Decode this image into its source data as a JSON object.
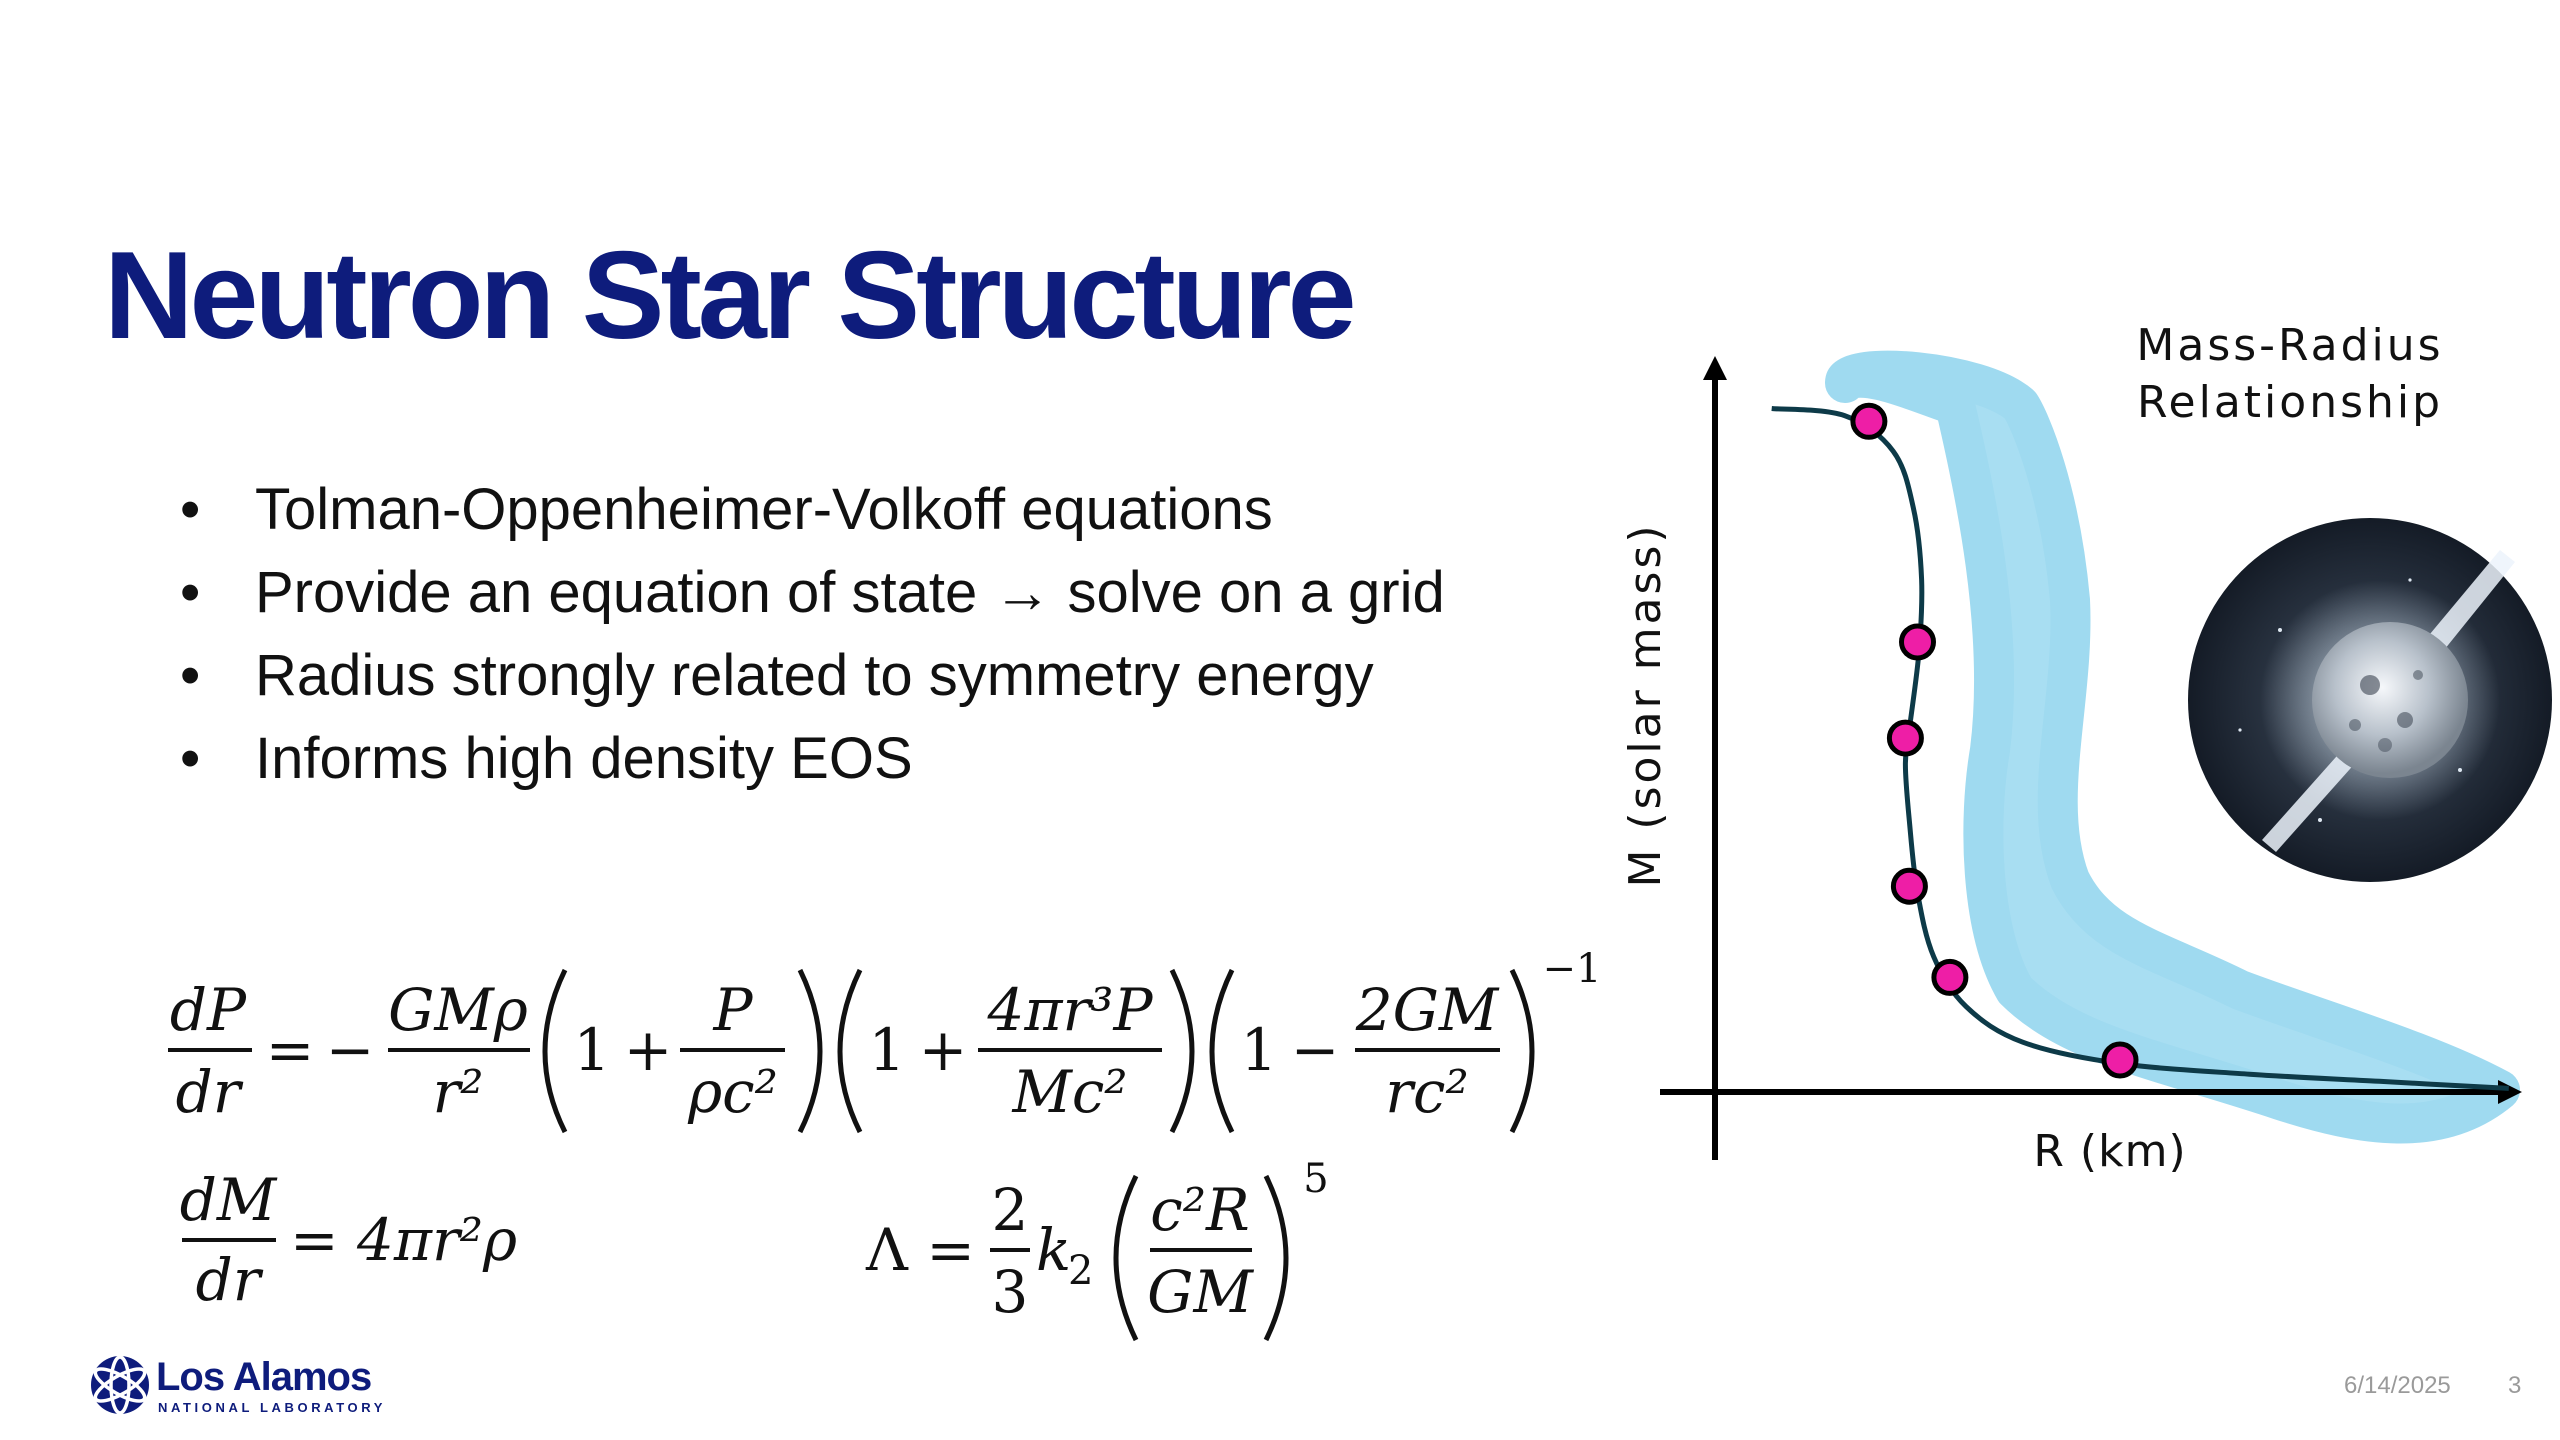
{
  "slide": {
    "title": "Neutron Star Structure",
    "bullets": [
      "Tolman-Oppenheimer-Volkoff equations",
      "Provide an equation of state → solve on a grid",
      "Radius strongly related to symmetry energy",
      "Informs high density EOS"
    ]
  },
  "equations": {
    "tov_pressure": {
      "lhs_num": "dP",
      "lhs_den": "dr",
      "eq": "=",
      "minus": "−",
      "f1_num": "GMρ",
      "f1_den": "r²",
      "one": "1",
      "plus": "+",
      "f2_num": "P",
      "f2_den": "ρc²",
      "f3_num": "4πr³P",
      "f3_den": "Mc²",
      "f4_num": "2GM",
      "f4_den": "rc²",
      "exponent": "−1"
    },
    "tov_mass": {
      "lhs_num": "dM",
      "lhs_den": "dr",
      "rhs": "= 4πr²ρ"
    },
    "tidal": {
      "lhs": "Λ =",
      "frac_num": "2",
      "frac_den": "3",
      "k": "k",
      "k_sub": "2",
      "inner_num": "c²R",
      "inner_den": "GM",
      "exponent": "5"
    }
  },
  "chart_data": {
    "type": "line",
    "title": "Mass-Radius Relationship",
    "title_lines": [
      "Mass-Radius",
      "Relationship"
    ],
    "xlabel": "R (km)",
    "ylabel": "M (solar mass)",
    "grid": false,
    "series": [
      {
        "color": "#0d3a48",
        "curve": [
          [
            0.07,
            0.96
          ],
          [
            0.16,
            0.95
          ],
          [
            0.22,
            0.9
          ],
          [
            0.245,
            0.82
          ],
          [
            0.255,
            0.72
          ],
          [
            0.252,
            0.62
          ],
          [
            0.24,
            0.51
          ],
          [
            0.235,
            0.46
          ],
          [
            0.24,
            0.38
          ],
          [
            0.25,
            0.28
          ],
          [
            0.27,
            0.19
          ],
          [
            0.31,
            0.12
          ],
          [
            0.38,
            0.07
          ],
          [
            0.5,
            0.04
          ],
          [
            0.66,
            0.025
          ],
          [
            0.82,
            0.015
          ],
          [
            0.98,
            0.005
          ]
        ],
        "points": [
          [
            0.19,
            0.942
          ],
          [
            0.25,
            0.632
          ],
          [
            0.235,
            0.497
          ],
          [
            0.24,
            0.289
          ],
          [
            0.29,
            0.161
          ],
          [
            0.5,
            0.045
          ]
        ],
        "point_color": "#ee1ea6"
      }
    ],
    "band_color": "#a8def2",
    "inset_image": "neutron-star-illustration"
  },
  "footer": {
    "date": "6/14/2025",
    "page": "3",
    "logo_main": "Los Alamos",
    "logo_sub": "NATIONAL LABORATORY"
  }
}
